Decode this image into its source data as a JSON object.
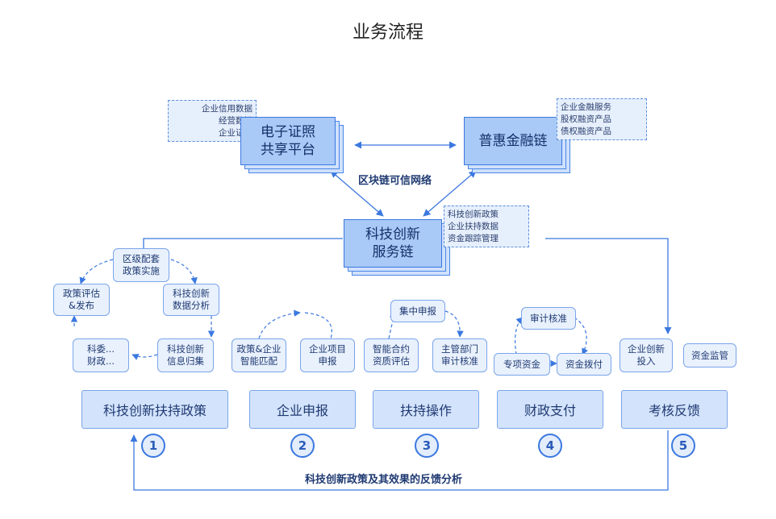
{
  "title": "业务流程",
  "top_left_box": {
    "lines": [
      "电子证照",
      "共享平台"
    ]
  },
  "top_right_box": {
    "lines": [
      "普惠金融链"
    ]
  },
  "center_box": {
    "lines": [
      "科技创新",
      "服务链"
    ]
  },
  "blockchain_label": "区块链可信网络",
  "notes": {
    "left": [
      "企业信用数据",
      "经营数据",
      "企业证照"
    ],
    "right": [
      "企业金融服务",
      "股权融资产品",
      "债权融资产品"
    ],
    "center": [
      "科技创新政策",
      "企业扶持数据",
      "资金跟踪管理"
    ]
  },
  "stages": [
    {
      "label": "科技创新扶持政策",
      "num": "1"
    },
    {
      "label": "企业申报",
      "num": "2"
    },
    {
      "label": "扶持操作",
      "num": "3"
    },
    {
      "label": "财政支付",
      "num": "4"
    },
    {
      "label": "考核反馈",
      "num": "5"
    }
  ],
  "cycle1": {
    "top": [
      "区级配套",
      "政策实施"
    ],
    "left": [
      "政策评估",
      "&发布"
    ],
    "right": [
      "科技创新",
      "数据分析"
    ],
    "bottom_left": [
      "科委...",
      "财政..."
    ],
    "bottom_right": [
      "科技创新",
      "信息归集"
    ]
  },
  "cycle2": {
    "left": [
      "政策&企业",
      "智能匹配"
    ],
    "right": [
      "企业项目",
      "申报"
    ]
  },
  "cycle3": {
    "top": [
      "集中申报"
    ],
    "left": [
      "智能合约",
      "资质评估"
    ],
    "right": [
      "主管部门",
      "审计核准"
    ]
  },
  "cycle4": {
    "top": [
      "审计核准"
    ],
    "left": [
      "专项资金"
    ],
    "right": [
      "资金拨付"
    ]
  },
  "cycle5": {
    "left": [
      "企业创新",
      "投入"
    ],
    "right": [
      "资金监管"
    ]
  },
  "feedback_label": "科技创新政策及其效果的反馈分析",
  "colors": {
    "accent": "#3b78e0",
    "box_fill": "#a9c9f6",
    "light_fill": "#e9f1fd"
  }
}
